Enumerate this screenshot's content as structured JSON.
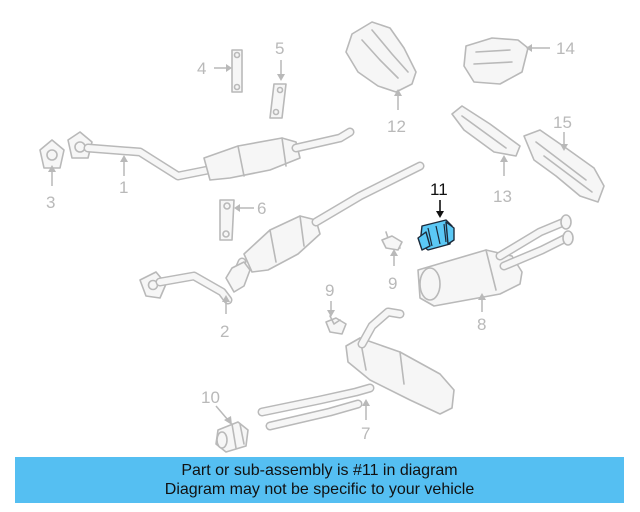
{
  "diagram": {
    "highlight_color": "#5bc8f5",
    "highlighted_part": "11",
    "callouts": {
      "c1": "1",
      "c2": "2",
      "c3": "3",
      "c4": "4",
      "c5": "5",
      "c6": "6",
      "c7": "7",
      "c8": "8",
      "c9a": "9",
      "c9b": "9",
      "c10": "10",
      "c11": "11",
      "c12": "12",
      "c13": "13",
      "c14": "14",
      "c15": "15"
    }
  },
  "banner": {
    "line1": "Part or sub-assembly is #11 in diagram",
    "line2": "Diagram may not be specific to your vehicle",
    "color": "#55bff2"
  }
}
